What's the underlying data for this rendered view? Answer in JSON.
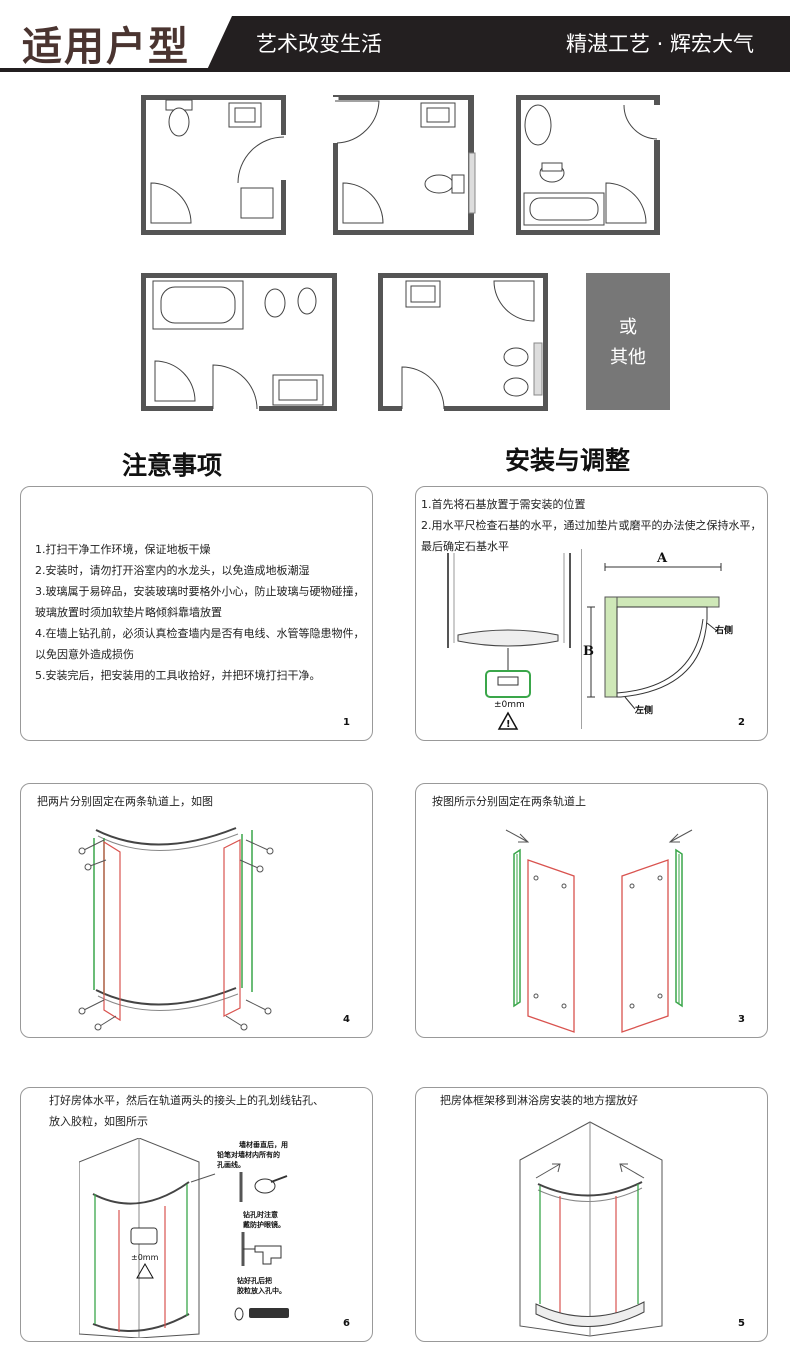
{
  "header": {
    "title": "适用户型",
    "slogan_left": "艺术改变生活",
    "slogan_right": "精湛工艺 · 辉宏大气"
  },
  "other_box": {
    "line1": "或",
    "line2": "其他"
  },
  "sections": {
    "notes_title": "注意事项",
    "install_title": "安装与调整"
  },
  "panels": {
    "p1": {
      "number": "1",
      "lines": [
        "1.打扫干净工作环境，保证地板干燥",
        "2.安装时，请勿打开浴室内的水龙头，以免造成地板潮湿",
        "3.玻璃属于易碎品，安装玻璃时要格外小心，防止玻璃与硬物碰撞，",
        "玻璃放置时须加软垫片略倾斜靠墙放置",
        "4.在墙上钻孔前，必须认真检查墙内是否有电线、水管等隐患物件，",
        "以免因意外造成损伤",
        "5.安装完后，把安装用的工具收拾好，并把环境打扫干净。"
      ]
    },
    "p2": {
      "number": "2",
      "lines": [
        "1.首先将石基放置于需安装的位置",
        "2.用水平尺检查石基的水平，通过加垫片或磨平的办法使之保持水平，",
        "最后确定石基水平"
      ],
      "label_a": "A",
      "label_b": "B",
      "label_right": "右侧",
      "label_left": "左侧",
      "level_mark": "±0mm"
    },
    "p4": {
      "number": "4",
      "caption": "把两片分别固定在两条轨道上，如图"
    },
    "p3": {
      "number": "3",
      "caption": "按图所示分别固定在两条轨道上"
    },
    "p6": {
      "number": "6",
      "caption_l1": "打好房体水平，然后在轨道两头的接头上的孔划线钻孔、",
      "caption_l2": "放入胶粒，如图所示",
      "note1_l1": "墙材垂直后，用",
      "note1_l2": "铅笔对墙材内所有的",
      "note1_l3": "孔画线。",
      "note2_l1": "钻孔时注意",
      "note2_l2": "戴防护眼镜。",
      "note3_l1": "钻好孔后把",
      "note3_l2": "胶粒放入孔中。",
      "level_mark": "±0mm"
    },
    "p5": {
      "number": "5",
      "caption": "把房体框架移到淋浴房安装的地方摆放好"
    }
  },
  "colors": {
    "header_band": "#231f20",
    "header_title": "#4a3430",
    "other_box": "#777777",
    "glass_red": "#d9534f",
    "glass_green": "#3aa64a"
  }
}
